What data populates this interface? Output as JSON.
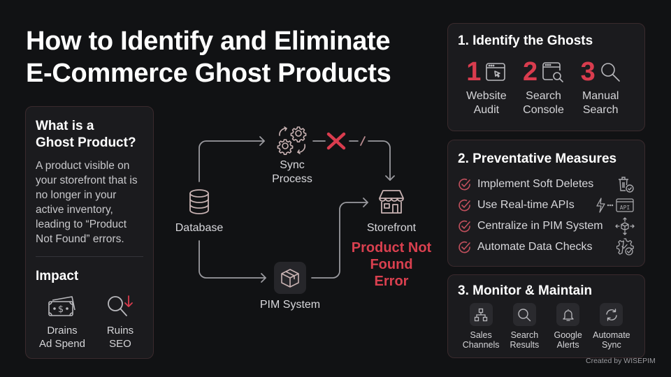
{
  "title": {
    "line1": "How to Identify and Eliminate",
    "line2": "E-Commerce Ghost Products"
  },
  "colors": {
    "background": "#111214",
    "card": "#1b1b1e",
    "card_border": "#3a2a2d",
    "accent_red": "#d93c4e",
    "icon_stroke": "#c9b3b3",
    "line_gray": "#9a9a9f"
  },
  "definition": {
    "heading_line1": "What is a",
    "heading_line2": "Ghost Product?",
    "body": "A product visible on your storefront that is no longer in your active inventory, leading to “Product Not Found” errors."
  },
  "impact": {
    "heading": "Impact",
    "items": [
      {
        "icon": "money-bills-icon",
        "line1": "Drains",
        "line2": "Ad Spend"
      },
      {
        "icon": "search-down-arrow-icon",
        "line1": "Ruins",
        "line2": "SEO"
      }
    ]
  },
  "diagram": {
    "nodes": {
      "database": {
        "label": "Database",
        "icon": "database-icon"
      },
      "sync": {
        "label_line1": "Sync",
        "label_line2": "Process",
        "icon": "gears-sync-icon"
      },
      "pim": {
        "label": "PIM System",
        "icon": "box-icon"
      },
      "storefront": {
        "label": "Storefront",
        "icon": "storefront-icon"
      }
    },
    "broken_link_marker": "/",
    "error": {
      "line1": "Product Not",
      "line2": "Found",
      "line3": "Error"
    }
  },
  "identify": {
    "heading": "1. Identify the Ghosts",
    "steps": [
      {
        "number": "1",
        "icon": "browser-cursor-icon",
        "line1": "Website",
        "line2": "Audit"
      },
      {
        "number": "2",
        "icon": "browser-search-icon",
        "line1": "Search",
        "line2": "Console"
      },
      {
        "number": "3",
        "icon": "magnifier-icon",
        "line1": "Manual",
        "line2": "Search"
      }
    ]
  },
  "preventative": {
    "heading": "2. Preventative Measures",
    "items": [
      {
        "label": "Implement Soft Deletes",
        "icon": "trash-check-icon"
      },
      {
        "label": "Use Real-time APIs",
        "icon": "lightning-api-icon",
        "badge": "API"
      },
      {
        "label": "Centralize in PIM System",
        "icon": "cube-arrows-icon"
      },
      {
        "label": "Automate Data Checks",
        "icon": "gear-check-icon"
      }
    ]
  },
  "monitor": {
    "heading": "3. Monitor & Maintain",
    "items": [
      {
        "icon": "sitemap-icon",
        "line1": "Sales",
        "line2": "Channels"
      },
      {
        "icon": "search-icon",
        "line1": "Search",
        "line2": "Results"
      },
      {
        "icon": "bell-icon",
        "line1": "Google",
        "line2": "Alerts"
      },
      {
        "icon": "refresh-icon",
        "line1": "Automate",
        "line2": "Sync"
      }
    ]
  },
  "credit": "Created by WISEPIM"
}
